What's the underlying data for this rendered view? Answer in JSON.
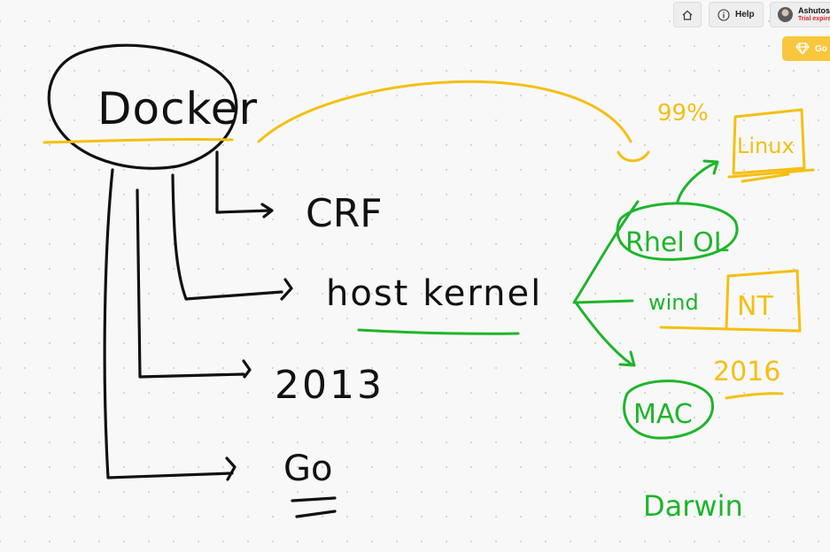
{
  "toolbar": {
    "help_label": "Help",
    "user_name": "Ashutosh",
    "user_status": "Trial expired",
    "upgrade_label": "Go"
  },
  "board": {
    "main_topic": "Docker",
    "branches": [
      "CRF",
      "host kernel",
      "2013",
      "Go"
    ],
    "os_note": "99%",
    "os_nodes": [
      "Rhel OL",
      "wind",
      "NT",
      "MAC"
    ],
    "os_child": "Linux",
    "year_note": "2016",
    "mac_note": "Darwin"
  },
  "colors": {
    "ink_black": "#111111",
    "highlight_yellow": "#f5bf12",
    "ink_green": "#1eb52b",
    "upgrade_yellow": "#f9c73d",
    "status_red": "#e02424"
  }
}
